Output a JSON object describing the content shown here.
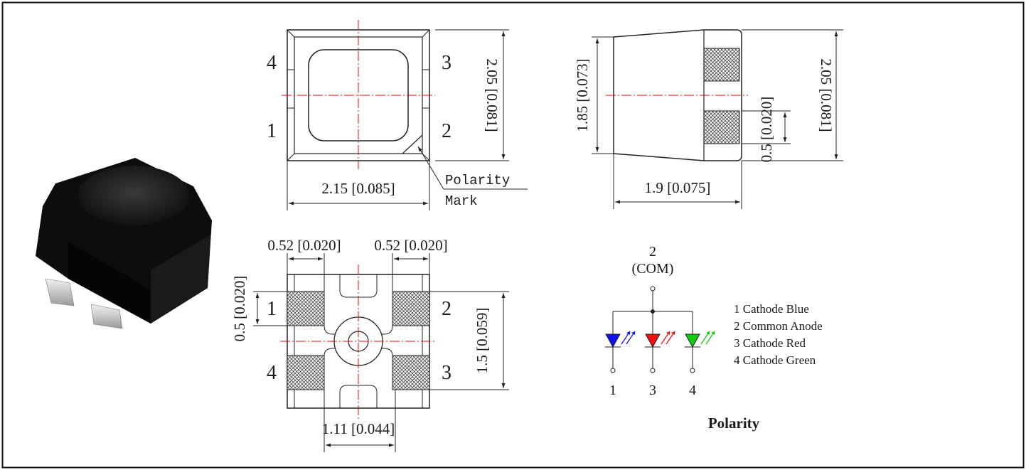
{
  "front_view": {
    "pin_top_left": "4",
    "pin_bottom_left": "1",
    "pin_top_right": "3",
    "pin_bottom_right": "2",
    "dim_width": "2.15 [0.085]",
    "dim_height": "2.05 [0.081]",
    "polarity_line1": "Polarity",
    "polarity_line2": "Mark"
  },
  "side_view": {
    "dim_left_height": "1.85 [0.073]",
    "dim_pad": "0.5 [0.020]",
    "dim_right_height": "2.05 [0.081]",
    "dim_width": "1.9 [0.075]"
  },
  "bottom_view": {
    "dim_pad_width_left": "0.52 [0.020]",
    "dim_pad_width_right": "0.52 [0.020]",
    "dim_pad_height": "0.5 [0.020]",
    "dim_pitch_vertical": "1.5 [0.059]",
    "dim_pitch_horizontal": "1.11 [0.044]",
    "pin_top_left": "1",
    "pin_top_right": "2",
    "pin_bottom_left": "4",
    "pin_bottom_right": "3"
  },
  "schematic": {
    "common_pin": "2",
    "common_label": "(COM)",
    "pin_labels": [
      "1",
      "3",
      "4"
    ],
    "legend": [
      "1 Cathode Blue",
      "2 Common Anode",
      "3 Cathode Red",
      "4 Cathode Green"
    ],
    "title": "Polarity",
    "colors": {
      "blue": "#1010ee",
      "red": "#ee1010",
      "green": "#10cc10"
    }
  }
}
